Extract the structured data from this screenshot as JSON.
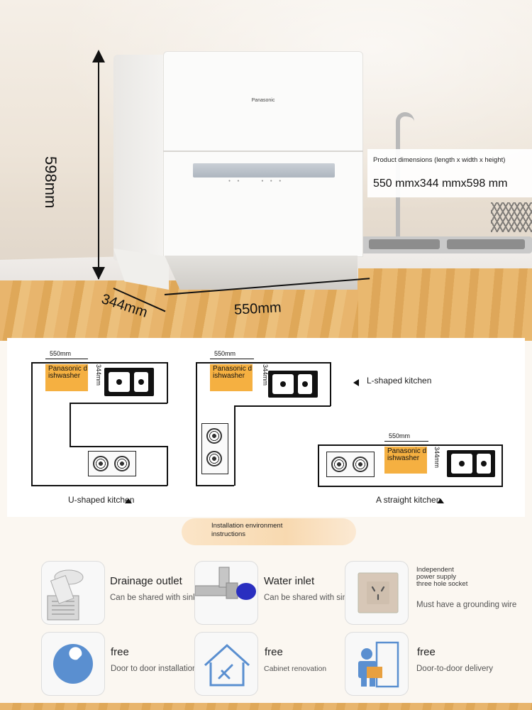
{
  "hero": {
    "brand": "Panasonic",
    "height_label": "598mm",
    "width_label": "550mm",
    "depth_label": "344mm",
    "spec_label": "Product dimensions (length x width x height)",
    "spec_value": "550 mmx344 mmx598 mm"
  },
  "diagrams": {
    "u_shaped": {
      "width_label": "550mm",
      "depth_label": "344mm",
      "box_text": "Panasonic dishwasher",
      "caption": "U-shaped kitchen"
    },
    "l_shaped": {
      "width_label": "550mm",
      "depth_label": "344mm",
      "box_text": "Panasonic dishwasher",
      "caption": "L-shaped kitchen"
    },
    "straight": {
      "width_label": "550mm",
      "depth_label": "344mm",
      "box_text": "Panasonic dishwasher",
      "caption": "A straight kitchen"
    }
  },
  "environment": {
    "title_line1": "Installation environment",
    "title_line2": "instructions"
  },
  "services": [
    {
      "icon": "drain-icon",
      "title": "Drainage outlet",
      "subtitle": "Can be shared with sink"
    },
    {
      "icon": "water-valve-icon",
      "title": "Water inlet",
      "subtitle": "Can be shared with sink"
    },
    {
      "icon": "power-socket-icon",
      "title": "Independent power supply three hole socket",
      "subtitle": "Must have a grounding wire"
    },
    {
      "icon": "wrench-icon",
      "title": "free",
      "subtitle": "Door to door installation"
    },
    {
      "icon": "house-tools-icon",
      "title": "free",
      "subtitle": "Cabinet renovation"
    },
    {
      "icon": "delivery-icon",
      "title": "free",
      "subtitle": "Door-to-door delivery"
    }
  ],
  "colors": {
    "dishwasher_highlight": "#f5b041",
    "pill_gradient": "#f8d9b0",
    "wrench_blue": "#5a8fd0",
    "valve_blue": "#2a2fc0"
  }
}
